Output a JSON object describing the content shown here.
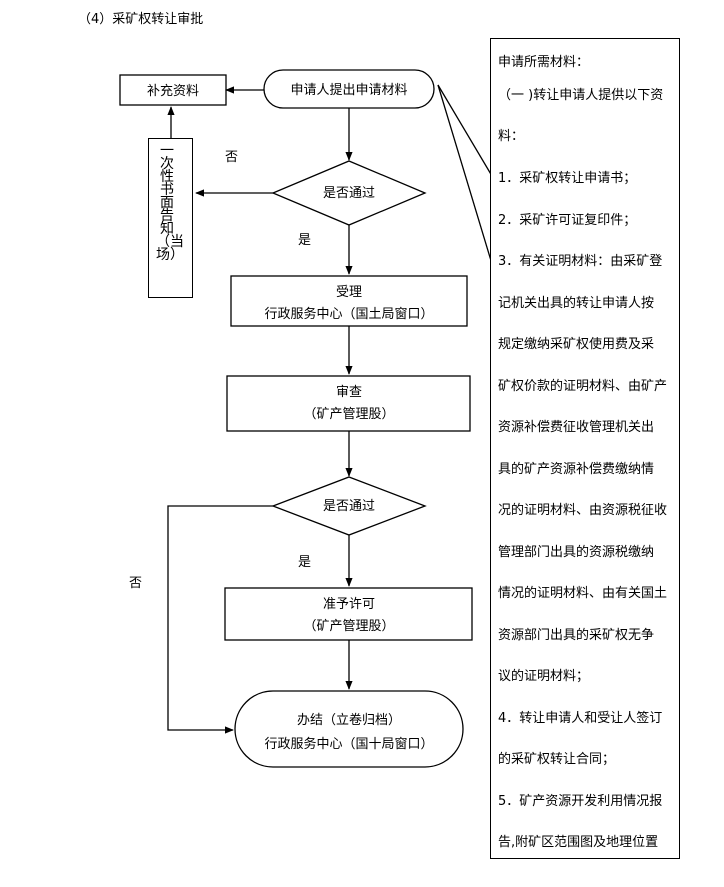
{
  "heading": "（4）采矿权转让审批",
  "nodes": {
    "supplement": "补充资料",
    "apply": "申请人提出申请材料",
    "decision1": "是否通过",
    "accept_title": "受理",
    "accept_sub": "行政服务中心（国土局窗口）",
    "review_title": "审查",
    "review_sub": "（矿产管理股）",
    "decision2": "是否通过",
    "permit_title": "准予许可",
    "permit_sub": "（矿产管理股）",
    "finish_title": "办结（立卷归档）",
    "finish_sub": "行政服务中心（国十局窗口）"
  },
  "labels": {
    "no1": "否",
    "yes1": "是",
    "no2": "否",
    "yes2": "是"
  },
  "notice": "一次性书面告知（当场）",
  "materials": [
    "申请所需材料：",
    "（一 )转让申请人提供以下资",
    "料：",
    "1．采矿权转让申请书；",
    "2．采矿许可证复印件；",
    "3．有关证明材料：由采矿登",
    "记机关出具的转让申请人按",
    "规定缴纳采矿权使用费及采",
    "矿权价款的证明材料、由矿产",
    "资源补偿费征收管理机关出",
    "具的矿产资源补偿费缴纳情",
    "况的证明材料、由资源税征收",
    "管理部门出具的资源税缴纳",
    "情况的证明材料、由有关国土",
    "资源部门出具的采矿权无争",
    "议的证明材料；",
    "4．转让申请人和受让人签订",
    "的采矿权转让合同；",
    "5．矿产资源开发利用情况报",
    "告,附矿区范围图及地理位置"
  ]
}
